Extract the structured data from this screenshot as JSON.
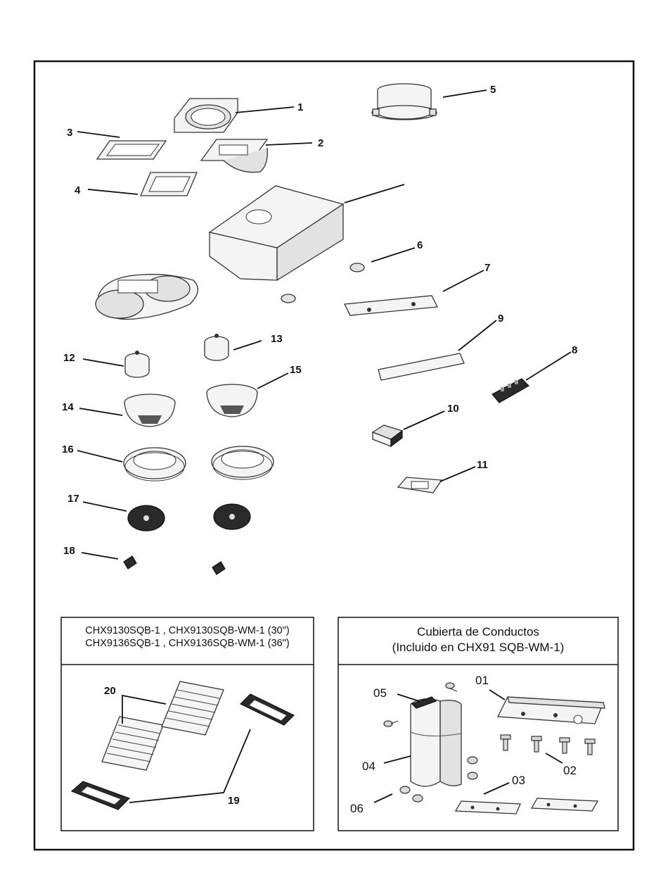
{
  "callouts": {
    "n1": "1",
    "n2": "2",
    "n3": "3",
    "n4": "4",
    "n5": "5",
    "n6": "6",
    "n7": "7",
    "n8": "8",
    "n9": "9",
    "n10": "10",
    "n11": "11",
    "n12": "12",
    "n13": "13",
    "n14": "14",
    "n15": "15",
    "n16": "16",
    "n17": "17",
    "n18": "18",
    "n19": "19",
    "n20": "20"
  },
  "filter_box": {
    "line1": "CHX9130SQB-1 , CHX9130SQB-WM-1 (30\")",
    "line2": "CHX9136SQB-1 , CHX9136SQB-WM-1 (36\")"
  },
  "duct_box": {
    "line1": "Cubierta de Conductos",
    "line2": "(Incluido en CHX91 SQB-WM-1)",
    "c01": "01",
    "c02": "02",
    "c03": "03",
    "c04": "04",
    "c05": "05",
    "c06": "06"
  }
}
